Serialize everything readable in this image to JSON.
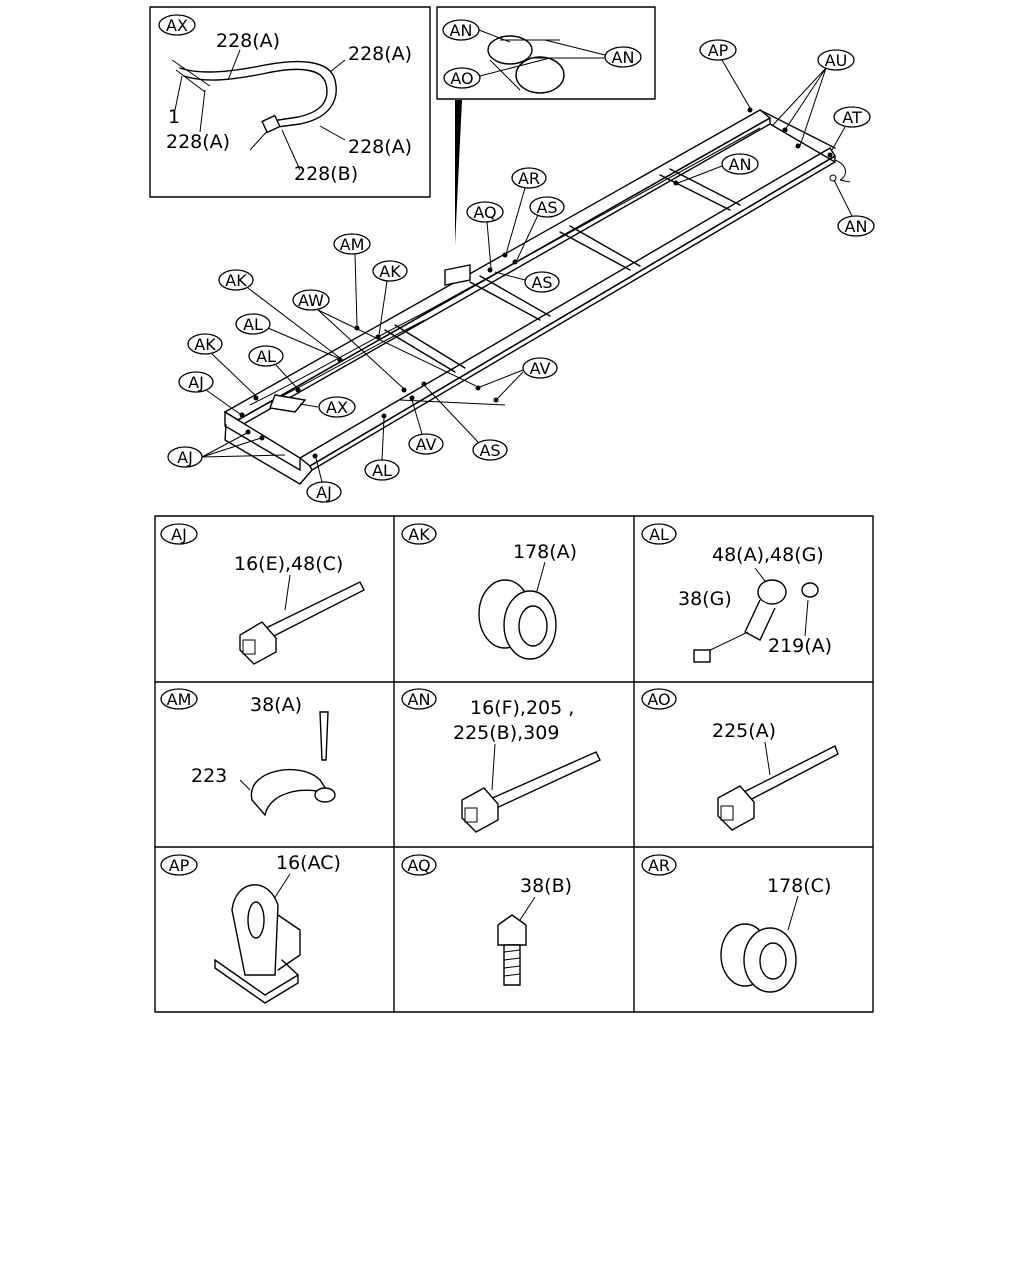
{
  "overview": {
    "callouts": {
      "ax_inset": "AX",
      "an_inset_1": "AN",
      "an_inset_2": "AN",
      "ao_inset": "AO",
      "ap": "AP",
      "au": "AU",
      "at": "AT",
      "an_right": "AN",
      "an_mid": "AN",
      "ar": "AR",
      "aq": "AQ",
      "as_top": "AS",
      "as_mid": "AS",
      "am": "AM",
      "ak_mid": "AK",
      "ak_left": "AK",
      "ak_lower": "AK",
      "aw": "AW",
      "al_upper": "AL",
      "al_mid": "AL",
      "al_bottom": "AL",
      "aj_upper": "AJ",
      "aj_left": "AJ",
      "aj_bottom": "AJ",
      "ax_main": "AX",
      "av_right": "AV",
      "av_bottom": "AV",
      "as_bottom": "AS"
    },
    "ax_parts": {
      "p1": "228(A)",
      "p2": "228(A)",
      "p3": "1",
      "p4": "228(A)",
      "p5": "228(A)",
      "p6": "228(B)"
    }
  },
  "grid": {
    "cells": [
      {
        "tag": "AJ",
        "parts": [
          "16(E),48(C)"
        ]
      },
      {
        "tag": "AK",
        "parts": [
          "178(A)"
        ]
      },
      {
        "tag": "AL",
        "parts": [
          "48(A),48(G)",
          "38(G)",
          "219(A)"
        ]
      },
      {
        "tag": "AM",
        "parts": [
          "38(A)",
          "223"
        ]
      },
      {
        "tag": "AN",
        "parts": [
          "16(F),205 ,",
          "225(B),309"
        ]
      },
      {
        "tag": "AO",
        "parts": [
          "225(A)"
        ]
      },
      {
        "tag": "AP",
        "parts": [
          "16(AC)"
        ]
      },
      {
        "tag": "AQ",
        "parts": [
          "38(B)"
        ]
      },
      {
        "tag": "AR",
        "parts": [
          "178(C)"
        ]
      }
    ]
  }
}
